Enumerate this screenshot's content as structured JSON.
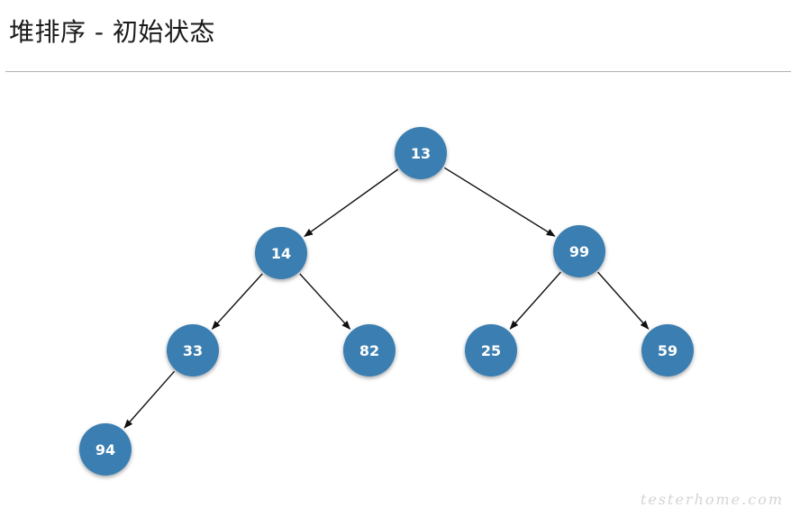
{
  "title": "堆排序 - 初始状态",
  "watermark": "testerhome.com",
  "colors": {
    "node_fill": "#3a7eb1",
    "node_text": "#ffffff",
    "edge": "#111111",
    "rule": "#b3b3b3"
  },
  "tree": {
    "nodes": [
      {
        "id": "n0",
        "value": "13"
      },
      {
        "id": "n1",
        "value": "14"
      },
      {
        "id": "n2",
        "value": "99"
      },
      {
        "id": "n3",
        "value": "33"
      },
      {
        "id": "n4",
        "value": "82"
      },
      {
        "id": "n5",
        "value": "25"
      },
      {
        "id": "n6",
        "value": "59"
      },
      {
        "id": "n7",
        "value": "94"
      }
    ],
    "edges": [
      {
        "from": "n0",
        "to": "n1"
      },
      {
        "from": "n0",
        "to": "n2"
      },
      {
        "from": "n1",
        "to": "n3"
      },
      {
        "from": "n1",
        "to": "n4"
      },
      {
        "from": "n2",
        "to": "n5"
      },
      {
        "from": "n2",
        "to": "n6"
      },
      {
        "from": "n3",
        "to": "n7"
      }
    ]
  }
}
